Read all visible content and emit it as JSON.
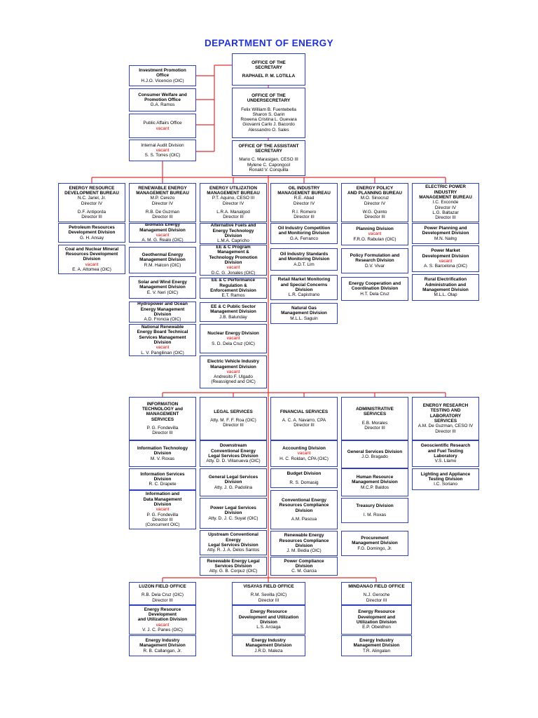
{
  "title": "DEPARTMENT OF ENERGY",
  "colors": {
    "line": "#e03030",
    "border": "#2b3fbf",
    "title": "#1f2fd6",
    "vacant": "#e00000"
  },
  "top": {
    "secretary": [
      {
        "k": "t",
        "s": "OFFICE OF THE\nSECRETARY"
      },
      {
        "k": "g"
      },
      {
        "k": "t",
        "s": "RAPHAEL P. M. LOTILLA"
      }
    ],
    "undersecretary": [
      {
        "k": "t",
        "s": "OFFICE OF THE\nUNDERSECRETARY"
      },
      {
        "k": "g"
      },
      {
        "k": "n",
        "s": "Felix William B. Fuentebella\nSharon S. Garin\nRowena Cristina L. Guevara\nGiovanni Carlo J. Bacordo\nAlessandro O. Sales"
      }
    ],
    "assistant_secretary": [
      {
        "k": "t",
        "s": "OFFICE OF THE ASSISTANT\nSECRETARY"
      },
      {
        "k": "g"
      },
      {
        "k": "n",
        "s": "Mario C. Marasigan, CESO III\nMylene C. Capongcol\nRonald V. Conquilla"
      }
    ]
  },
  "staff": [
    [
      {
        "k": "t",
        "s": "Investment Promotion\nOffice"
      },
      {
        "k": "n",
        "s": "H.J.O. Vicencio (OIC)"
      }
    ],
    [
      {
        "k": "t",
        "s": "Consumer Welfare and\nPromotion Office"
      },
      {
        "k": "n",
        "s": "G.A. Ramos"
      }
    ],
    [
      {
        "k": "n",
        "s": "Public Affairs Office"
      },
      {
        "k": "v",
        "s": "vacant"
      }
    ],
    [
      {
        "k": "n",
        "s": "Internal Audit Division"
      },
      {
        "k": "v",
        "s": "vacant"
      },
      {
        "k": "n",
        "s": "S. S. Torres (OIC)"
      }
    ]
  ],
  "row1": [
    {
      "head": [
        {
          "k": "t",
          "s": "ENERGY RESOURCE\nDEVELOPMENT BUREAU"
        },
        {
          "k": "n",
          "s": "N.C. Jariel, Jr.\nDirector IV"
        },
        {
          "k": "g"
        },
        {
          "k": "n",
          "s": "D.F. Antiporda\nDirector III"
        }
      ],
      "divs": [
        [
          {
            "k": "t",
            "s": "Petroleum Resources\nDevelopment Division"
          },
          {
            "k": "n",
            "s": "G. H. Ansay"
          }
        ],
        [
          {
            "k": "t",
            "s": "Coal and Nuclear Mineral\nResources Development\nDivision"
          },
          {
            "k": "v",
            "s": "vacant"
          },
          {
            "k": "n",
            "s": "E. A. Altomea (OIC)"
          }
        ]
      ]
    },
    {
      "head": [
        {
          "k": "t",
          "s": "RENEWABLE ENERGY\nMANAGEMENT BUREAU"
        },
        {
          "k": "n",
          "s": "M.P. Cerezo\nDirector IV"
        },
        {
          "k": "g"
        },
        {
          "k": "n",
          "s": "R.B. De Guzman\nDirector III"
        }
      ],
      "divs": [
        [
          {
            "k": "t",
            "s": "Biomass Energy\nManagement Division"
          },
          {
            "k": "v",
            "s": "vacant"
          },
          {
            "k": "n",
            "s": "A. M. G. Realo (OIC)"
          }
        ],
        [
          {
            "k": "t",
            "s": "Geothermal Energy\nManagement Division"
          },
          {
            "k": "n",
            "s": "R.M. Halcon (OIC)"
          }
        ],
        [
          {
            "k": "t",
            "s": "Solar and Wind Energy\nManagement Division"
          },
          {
            "k": "n",
            "s": "E. V. Neri (OIC)"
          }
        ],
        [
          {
            "k": "t",
            "s": "Hydropower and Ocean\nEnergy Management\nDivision"
          },
          {
            "k": "n",
            "s": "A.D. Froncia (OIC)"
          }
        ],
        [
          {
            "k": "t",
            "s": "National Renewable\nEnergy Board Technical\nServices Management\nDivision"
          },
          {
            "k": "v",
            "s": "vacant"
          },
          {
            "k": "n",
            "s": "L. V. Pangilinan (OIC)"
          }
        ]
      ]
    },
    {
      "head": [
        {
          "k": "t",
          "s": "ENERGY UTILIZATION\nMANAGEMENT BUREAU"
        },
        {
          "k": "n",
          "s": "P.T. Aquino, CESO III\nDirector IV"
        },
        {
          "k": "g"
        },
        {
          "k": "n",
          "s": "L.R.A. Manalgod\nDirector III"
        }
      ],
      "divs": [
        [
          {
            "k": "t",
            "s": "Alternative Fuels and\nEnergy Technology\nDivision"
          },
          {
            "k": "n",
            "s": "L.M.A. Capricho"
          }
        ],
        [
          {
            "k": "t",
            "s": "EE & C Program\nManagement &\nTechnology Promotion\nDivision"
          },
          {
            "k": "v",
            "s": "vacant"
          },
          {
            "k": "n",
            "s": "D.C. G. Jonales (OIC)"
          }
        ],
        [
          {
            "k": "t",
            "s": "EE & C Performance\nRegulation &\nEnforcement Division"
          },
          {
            "k": "n",
            "s": "E.T. Ramos"
          }
        ],
        [
          {
            "k": "t",
            "s": "EE & C Public Sector\nManagement Division"
          },
          {
            "k": "n",
            "s": "J.B. Balunday"
          }
        ],
        [
          {
            "k": "t",
            "s": "Nuclear Energy Division"
          },
          {
            "k": "v",
            "s": "vacant"
          },
          {
            "k": "n",
            "s": "S. D. Dela Cruz (OIC)"
          }
        ],
        [
          {
            "k": "t",
            "s": "Electric Vehicle Industry\nManagement Division"
          },
          {
            "k": "v",
            "s": "vacant"
          },
          {
            "k": "n",
            "s": "Andresito F. Ulgado\n(Reassigned and OIC)"
          }
        ]
      ]
    },
    {
      "head": [
        {
          "k": "t",
          "s": "OIL INDUSTRY\nMANAGEMENT BUREAU"
        },
        {
          "k": "n",
          "s": "R.E. Abad\nDirector IV"
        },
        {
          "k": "g"
        },
        {
          "k": "n",
          "s": "R.I. Romero\nDirector III"
        }
      ],
      "divs": [
        [
          {
            "k": "t",
            "s": "Oil Industry Competition\nand Monitoring Division"
          },
          {
            "k": "n",
            "s": "G.A. Ferranco"
          }
        ],
        [
          {
            "k": "t",
            "s": "Oil Industry Standards\nand Monitoring Division"
          },
          {
            "k": "n",
            "s": "A.D.T. Lim"
          }
        ],
        [
          {
            "k": "t",
            "s": "Retail Market Monitoring\nand Special Concerns\nDivision"
          },
          {
            "k": "n",
            "s": "L.R. Capistrano"
          }
        ],
        [
          {
            "k": "t",
            "s": "Natural Gas\nManagement Division"
          },
          {
            "k": "n",
            "s": "M.L.L. Saguin"
          }
        ]
      ]
    },
    {
      "head": [
        {
          "k": "t",
          "s": "ENERGY POLICY\nAND PLANNING BUREAU"
        },
        {
          "k": "n",
          "s": "M.O. Sinocruz\nDirector IV"
        },
        {
          "k": "g"
        },
        {
          "k": "n",
          "s": "W.G. Quinto\nDirector III"
        }
      ],
      "divs": [
        [
          {
            "k": "t",
            "s": "Planning Division"
          },
          {
            "k": "v",
            "s": "vacant"
          },
          {
            "k": "n",
            "s": "F.R.O. Rabulan (OIC)"
          }
        ],
        [
          {
            "k": "t",
            "s": "Policy Formulation and\nResearch Division"
          },
          {
            "k": "n",
            "s": "D.V. Vivar"
          }
        ],
        [
          {
            "k": "t",
            "s": "Energy Cooperation and\nCoordination Division"
          },
          {
            "k": "n",
            "s": "H.T. Dela Cruz"
          }
        ]
      ]
    },
    {
      "head": [
        {
          "k": "t",
          "s": "ELECTRIC POWER\nINDUSTRY\nMANAGEMENT BUREAU"
        },
        {
          "k": "n",
          "s": "I.C. Exconde\nDirector IV\nL.G. Baltazar\nDirector III"
        }
      ],
      "divs": [
        [
          {
            "k": "t",
            "s": "Power Planning and\nDevelopment Division"
          },
          {
            "k": "n",
            "s": "M.N. Nalng"
          }
        ],
        [
          {
            "k": "t",
            "s": "Power Market\nDevelopment Division"
          },
          {
            "k": "v",
            "s": "vacant"
          },
          {
            "k": "n",
            "s": "A. S. Barcelona (OIC)"
          }
        ],
        [
          {
            "k": "t",
            "s": "Rural Electrification\nAdministration and\nManagement Division"
          },
          {
            "k": "n",
            "s": "M.L.L. Olap"
          }
        ]
      ]
    }
  ],
  "row2": [
    {
      "head": [
        {
          "k": "t",
          "s": "INFORMATION\nTECHNOLOGY and\nMANAGEMENT\nSERVICES"
        },
        {
          "k": "g"
        },
        {
          "k": "n",
          "s": "P. G. Fondevilla\nDirector III"
        }
      ],
      "divs": [
        [
          {
            "k": "t",
            "s": "Information Technology\nDivision"
          },
          {
            "k": "n",
            "s": "M. V. Roxas"
          }
        ],
        [
          {
            "k": "t",
            "s": "Information Services\nDivision"
          },
          {
            "k": "n",
            "s": "R. C. Drapete"
          }
        ],
        [
          {
            "k": "t",
            "s": "Information and\nData Management\nDivision"
          },
          {
            "k": "v",
            "s": "vacant"
          },
          {
            "k": "n",
            "s": "P. G. Fondevilla\nDirector III\n(Concurrent OIC)"
          }
        ]
      ]
    },
    {
      "head": [
        {
          "k": "t",
          "s": "LEGAL SERVICES"
        },
        {
          "k": "g"
        },
        {
          "k": "n",
          "s": "Atty. M. F. F. Roa (OIC)\nDirector III"
        }
      ],
      "divs": [
        [
          {
            "k": "t",
            "s": "Downstream\nConventional Energy\nLegal Services Division"
          },
          {
            "k": "n",
            "s": "Atty. D. D. Villanueva (OIC)"
          }
        ],
        [
          {
            "k": "t",
            "s": "General Legal Services\nDivision"
          },
          {
            "k": "n",
            "s": "Atty. J. G. Padolina"
          }
        ],
        [
          {
            "k": "t",
            "s": "Power Legal Services\nDivision"
          },
          {
            "k": "n",
            "s": "Atty. D. J. C. Suyat (OIC)"
          }
        ],
        [
          {
            "k": "t",
            "s": "Upstream Conventional\nEnergy\nLegal Services Division"
          },
          {
            "k": "n",
            "s": "Atty. R. J. A. Delos Santos"
          }
        ],
        [
          {
            "k": "t",
            "s": "Renewable Energy Legal\nServices Division"
          },
          {
            "k": "n",
            "s": "Atty. G. B. Corpuz (OIC)"
          }
        ]
      ]
    },
    {
      "head": [
        {
          "k": "t",
          "s": "FINANCIAL SERVICES"
        },
        {
          "k": "g"
        },
        {
          "k": "n",
          "s": "A. C. A. Navarro, CPA\nDirector III"
        }
      ],
      "divs": [
        [
          {
            "k": "t",
            "s": "Accounting Division"
          },
          {
            "k": "v",
            "s": "vacant"
          },
          {
            "k": "n",
            "s": "H. C. Roldan, CPA (OIC)"
          }
        ],
        [
          {
            "k": "t",
            "s": "Budget Division"
          },
          {
            "k": "g"
          },
          {
            "k": "n",
            "s": "R. S. Domasig"
          }
        ],
        [
          {
            "k": "t",
            "s": "Conventional Energy\nResources Compliance\nDivision"
          },
          {
            "k": "g"
          },
          {
            "k": "n",
            "s": "A.M. Pascua"
          }
        ],
        [
          {
            "k": "t",
            "s": "Renewable Energy\nResources Compliance\nDivision"
          },
          {
            "k": "n",
            "s": "J. M. Bedia (OIC)"
          }
        ],
        [
          {
            "k": "t",
            "s": "Power Compliance\nDivision"
          },
          {
            "k": "n",
            "s": "C. M. Garcia"
          }
        ]
      ]
    },
    {
      "head": [
        {
          "k": "t",
          "s": "ADMINISTRATIVE\nSERVICES"
        },
        {
          "k": "g"
        },
        {
          "k": "n",
          "s": "E.B. Morales\nDirector III"
        }
      ],
      "divs": [
        [
          {
            "k": "t",
            "s": "General Services Division"
          },
          {
            "k": "n",
            "s": "J.O. Bragado"
          }
        ],
        [
          {
            "k": "t",
            "s": "Human Resource\nManagement Division"
          },
          {
            "k": "n",
            "s": "M.C.P. Baldos"
          }
        ],
        [
          {
            "k": "t",
            "s": "Treasury Division"
          },
          {
            "k": "g"
          },
          {
            "k": "n",
            "s": "I. M. Roxas"
          }
        ],
        [
          {
            "k": "t",
            "s": "Procurement\nManagement Division"
          },
          {
            "k": "n",
            "s": "F.G. Domingo, Jr."
          }
        ]
      ]
    },
    {
      "head": [
        {
          "k": "t",
          "s": "ENERGY RESEARCH\nTESTING AND\nLABORATORY\nSERVICES"
        },
        {
          "k": "n",
          "s": "A.M. De Guzman, CESO IV\nDirector III"
        }
      ],
      "divs": [
        [
          {
            "k": "t",
            "s": "Geoscientific Research\nand Fuel Testing\nLaboratory"
          },
          {
            "k": "n",
            "s": "V.S. Llamo"
          }
        ],
        [
          {
            "k": "t",
            "s": "Lighting and Appliance\nTesting Division"
          },
          {
            "k": "n",
            "s": "I.C. Soriano"
          }
        ]
      ]
    }
  ],
  "row3": [
    {
      "head": [
        {
          "k": "t",
          "s": "LUZON FIELD OFFICE"
        },
        {
          "k": "g"
        },
        {
          "k": "n",
          "s": "R.B. Dela Cruz (OIC)\nDirector III"
        }
      ],
      "divs": [
        [
          {
            "k": "t",
            "s": "Energy Resource\nDevelopment\nand Utilization Division"
          },
          {
            "k": "v",
            "s": "vacant"
          },
          {
            "k": "n",
            "s": "V. J. C. Panes (OIC)"
          }
        ],
        [
          {
            "k": "t",
            "s": "Energy Industry\nManagement Division"
          },
          {
            "k": "n",
            "s": "R. B. Callangan, Jr."
          }
        ]
      ]
    },
    {
      "head": [
        {
          "k": "t",
          "s": "VISAYAS FIELD OFFICE"
        },
        {
          "k": "g"
        },
        {
          "k": "n",
          "s": "R.M. Sevilla (OIC)\nDirector III"
        }
      ],
      "divs": [
        [
          {
            "k": "t",
            "s": "Energy Resource\nDevelopment and Utilization\nDivision"
          },
          {
            "k": "n",
            "s": "L.S. Arciaga"
          }
        ],
        [
          {
            "k": "t",
            "s": "Energy Industry\nManagement Division"
          },
          {
            "k": "n",
            "s": "J.R.D. Maleza"
          }
        ]
      ]
    },
    {
      "head": [
        {
          "k": "t",
          "s": "MINDANAO FIELD OFFICE"
        },
        {
          "k": "g"
        },
        {
          "k": "n",
          "s": "N.J. Geroche\nDirector III"
        }
      ],
      "divs": [
        [
          {
            "k": "t",
            "s": "Energy Resource\nDevelopment and\nUtilization Division"
          },
          {
            "k": "n",
            "s": "E.P. Obeldhon"
          }
        ],
        [
          {
            "k": "t",
            "s": "Energy Industry\nManagement Division"
          },
          {
            "k": "n",
            "s": "T.R. Alingalan"
          }
        ]
      ]
    }
  ]
}
